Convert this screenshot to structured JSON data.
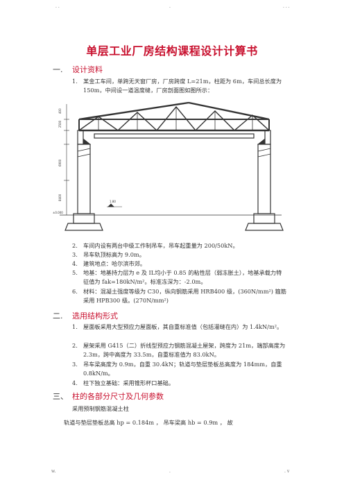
{
  "header": {
    "left": ". .",
    "center": ".",
    "right": ". . ."
  },
  "title": "单层工业厂房结构课程设计计算书",
  "sections": [
    {
      "num": "一.",
      "title": "设计资料"
    },
    {
      "num": "二.",
      "title": "选用结构形式"
    },
    {
      "num": "三、",
      "title": "柱的各部分尺寸及几何参数"
    }
  ],
  "s1": {
    "item1": "某金工车间，单跨无天窗厂房，厂房跨度 L=21m，柱距为 6m，车间总长度为 150m，中间设一道温度缝，厂房剖面图如图所示：",
    "item2": "车间内设有两台中级工作制吊车，吊车起重量为 200/50kN。",
    "item3": "吊车轨顶标高为 9.0m。",
    "item4": "建筑地点：哈尔滨市郊。",
    "item5": "地基：地基持力层为 e 及 IL均小于 0.85 的粘性层（弱冻胀土），地基承载力特征值为 fak=180kN/m²。标准冻深为：-2.0m。",
    "item6": "材料：混凝土强度等级为 C30，纵向钢筋采用 HRB400 级，(360N/mm²) 箍筋采用 HPB300 级。(270N/mm²)"
  },
  "figure": {
    "dims": [
      "400",
      "2500",
      "6900",
      "8400",
      "±0.000",
      "1.80"
    ]
  },
  "s2": {
    "item1": "屋面板采用大型预应力屋面板，其自重标准值（包括灌缝在内）为 1.4kN/m²。",
    "item2": "屋架采用 G415（二）折线型预应力钢筋混凝土屋架，跨度为 21m，端部高度为 2.3m，跨中高度为 33.5m，自重标准值为 83.0kN。",
    "item3": "吊车梁高度为 0.9m，自重 30.4kN；轨道与垫层垫板总高度为 184mm，自重 0.8kN/m。",
    "item4": "柱下独立基础：采用锥形杯口基础。"
  },
  "s3": {
    "line1": "采用预制钢筋混凝土柱",
    "line2": "轨道与垫层垫板总高 hp = 0.184m ，  吊车梁高 hb = 0.9m ，  故"
  },
  "footer": {
    "left": "w.",
    "center": ".",
    "right": ". v"
  }
}
